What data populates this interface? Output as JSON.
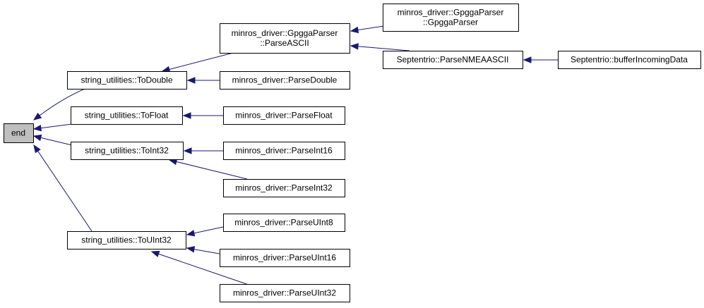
{
  "colors": {
    "edge": "#191970",
    "root_fill": "#bfbfbf",
    "node_fill": "#ffffff",
    "border": "#000000"
  },
  "nodes": [
    {
      "id": "end",
      "lines": [
        "end"
      ]
    },
    {
      "id": "todouble",
      "lines": [
        "string_utilities::ToDouble"
      ]
    },
    {
      "id": "tofloat",
      "lines": [
        "string_utilities::ToFloat"
      ]
    },
    {
      "id": "toint32",
      "lines": [
        "string_utilities::ToInt32"
      ]
    },
    {
      "id": "touint32",
      "lines": [
        "string_utilities::ToUInt32"
      ]
    },
    {
      "id": "gpgga_parseascii",
      "lines": [
        "minros_driver::GpggaParser",
        "::ParseASCII"
      ]
    },
    {
      "id": "parsedouble",
      "lines": [
        "minros_driver::ParseDouble"
      ]
    },
    {
      "id": "parsefloat",
      "lines": [
        "minros_driver::ParseFloat"
      ]
    },
    {
      "id": "parseint16",
      "lines": [
        "minros_driver::ParseInt16"
      ]
    },
    {
      "id": "parseint32",
      "lines": [
        "minros_driver::ParseInt32"
      ]
    },
    {
      "id": "parseuint8",
      "lines": [
        "minros_driver::ParseUInt8"
      ]
    },
    {
      "id": "parseuint16",
      "lines": [
        "minros_driver::ParseUInt16"
      ]
    },
    {
      "id": "parseuint32",
      "lines": [
        "minros_driver::ParseUInt32"
      ]
    },
    {
      "id": "gpgga_ctor",
      "lines": [
        "minros_driver::GpggaParser",
        "::GpggaParser"
      ]
    },
    {
      "id": "septentrio_parse",
      "lines": [
        "Septentrio::ParseNMEAASCII"
      ]
    },
    {
      "id": "septentrio_buffer",
      "lines": [
        "Septentrio::bufferIncomingData"
      ]
    }
  ],
  "edges": [
    {
      "from": "todouble",
      "to": "end"
    },
    {
      "from": "tofloat",
      "to": "end"
    },
    {
      "from": "toint32",
      "to": "end"
    },
    {
      "from": "touint32",
      "to": "end"
    },
    {
      "from": "gpgga_parseascii",
      "to": "todouble"
    },
    {
      "from": "parsedouble",
      "to": "todouble"
    },
    {
      "from": "parsefloat",
      "to": "tofloat"
    },
    {
      "from": "parseint16",
      "to": "toint32"
    },
    {
      "from": "parseint32",
      "to": "toint32"
    },
    {
      "from": "parseuint8",
      "to": "touint32"
    },
    {
      "from": "parseuint16",
      "to": "touint32"
    },
    {
      "from": "parseuint32",
      "to": "touint32"
    },
    {
      "from": "gpgga_ctor",
      "to": "gpgga_parseascii"
    },
    {
      "from": "septentrio_parse",
      "to": "gpgga_parseascii"
    },
    {
      "from": "septentrio_buffer",
      "to": "septentrio_parse"
    }
  ]
}
